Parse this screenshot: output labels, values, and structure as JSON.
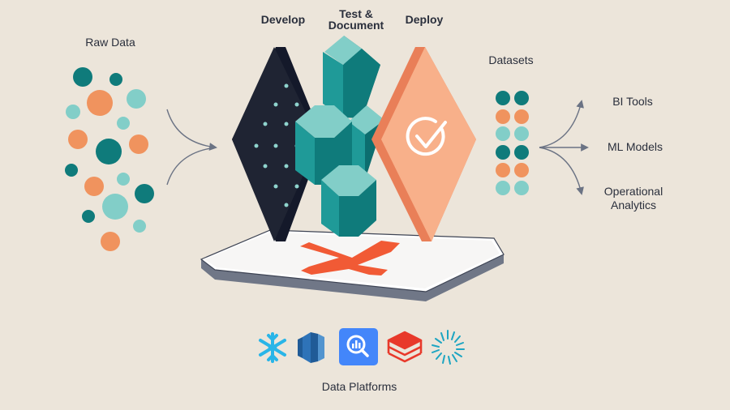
{
  "labels": {
    "raw_data": "Raw Data",
    "develop": "Develop",
    "test_line1": "Test &",
    "test_line2": "Document",
    "deploy": "Deploy",
    "datasets": "Datasets",
    "outputs": [
      "BI Tools",
      "ML Models"
    ],
    "operational_line1": "Operational",
    "operational_line2": "Analytics",
    "platforms": "Data Platforms"
  },
  "icons": {
    "platform_logos": [
      "snowflake-icon",
      "redshift-icon",
      "bigquery-icon",
      "databricks-icon",
      "starburst-icon"
    ],
    "deploy_check": "check-circle-icon",
    "platform_logo": "dbt-logo"
  },
  "colors": {
    "background": "#ECE5DA",
    "dark_navy": "#1F2433",
    "teal_dark": "#0F7B7B",
    "teal_light": "#82CEC8",
    "coral": "#F0935E",
    "deploy_orange": "#F8B08A",
    "dbt_red": "#F15A35",
    "arrow_gray": "#6B7384"
  }
}
